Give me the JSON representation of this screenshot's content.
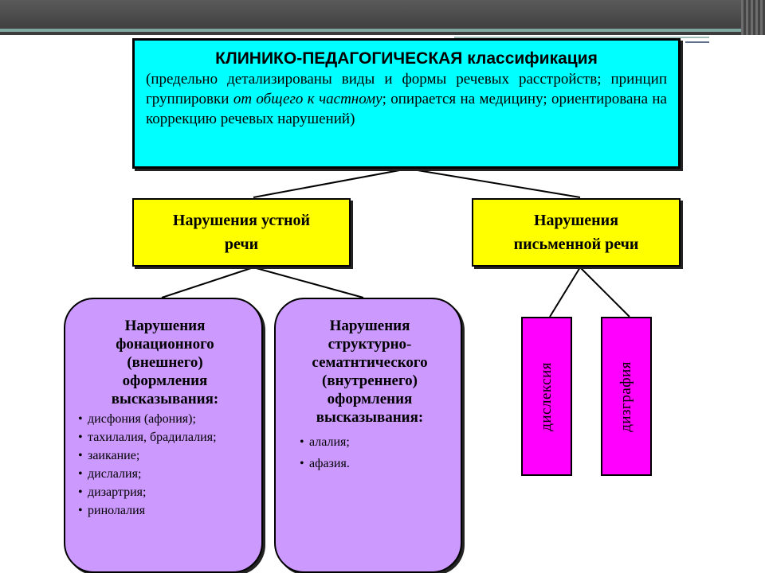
{
  "classification": {
    "title": "КЛИНИКО-ПЕДАГОГИЧЕСКАЯ классификация",
    "desc_part1": "(предельно детализированы виды и формы речевых расстройств; принцип группировки ",
    "desc_italic": "от общего к частному",
    "desc_part2": "; опирается на медицину; ориентирована на коррекцию речевых нарушений)"
  },
  "categories": {
    "oral": {
      "label_line1": "Нарушения устной",
      "label_line2": "речи"
    },
    "written": {
      "label_line1": "Нарушения",
      "label_line2": "письменной речи"
    }
  },
  "groups": {
    "external": {
      "title_lines": [
        "Нарушения",
        "фонационного",
        "(внешнего)",
        "оформления",
        "высказывания:"
      ],
      "items": [
        "дисфония (афония);",
        "тахилалия, брадилалия;",
        "заикание;",
        "дислалия;",
        "дизартрия;",
        "ринолалия"
      ]
    },
    "internal": {
      "title_lines": [
        "Нарушения",
        "структурно-",
        "сематнтического",
        "(внутреннего)",
        "оформления",
        "высказывания:"
      ],
      "items": [
        "алалия;",
        "афазия."
      ]
    }
  },
  "written_types": [
    "дислексия",
    "дизграфия"
  ],
  "colors": {
    "main_box": "#00ffff",
    "category_box": "#ffff00",
    "group_box": "#cc99ff",
    "written_type_box": "#ff00ff",
    "header_bar": "#4a4a4a"
  }
}
